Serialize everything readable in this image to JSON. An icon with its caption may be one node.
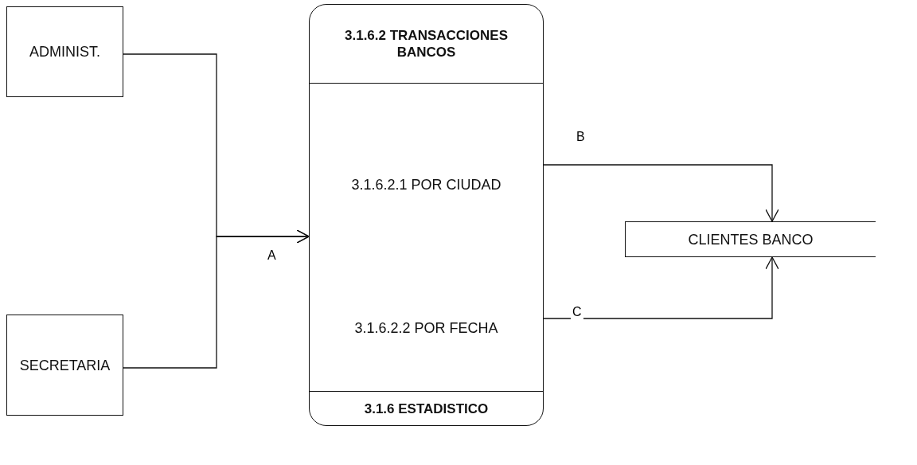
{
  "diagram": {
    "nodes": [
      {
        "text": [
          "ADMINIST."
        ]
      },
      {
        "text": [
          "SECRETARIA"
        ]
      },
      {
        "text": [
          "3.1.6.2 TRANSACCIONES BANCOS",
          "3.1.6.2.1 POR CIUDAD",
          "3.1.6.2.2 POR FECHA",
          "3.1.6 ESTADISTICO"
        ]
      },
      {
        "text": [
          "CLIENTES BANCO"
        ]
      }
    ],
    "edges": [
      {
        "from": 0,
        "to": 2,
        "arrow": "to",
        "label": "A"
      },
      {
        "from": 1,
        "to": 2,
        "arrow": "to"
      },
      {
        "from": 2,
        "to": 3,
        "arrow": "to",
        "label": "B"
      },
      {
        "from": 2,
        "to": 3,
        "arrow": "to",
        "label": "C"
      }
    ]
  }
}
